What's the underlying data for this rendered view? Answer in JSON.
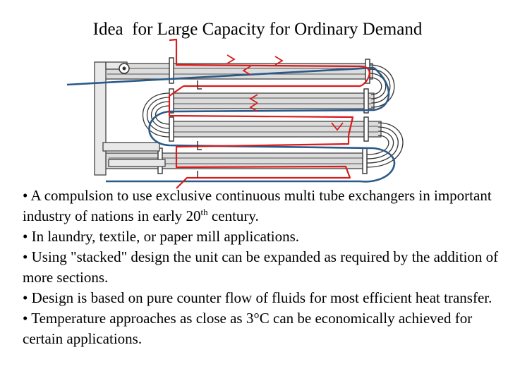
{
  "slide": {
    "title": "Idea  for Large Capacity for Ordinary Demand",
    "bullets": [
      {
        "pre": "• A compulsion to use exclusive continuous multi tube exchangers in important industry of nations in early 20",
        "sup": "th",
        "post": " century."
      },
      {
        "pre": "• In laundry, textile, or paper mill applications.",
        "sup": "",
        "post": ""
      },
      {
        "pre": "• Using \"stacked\" design the unit can be expanded as required by the addition of more sections.",
        "sup": "",
        "post": ""
      },
      {
        "pre": "• Design is based on pure counter flow of fluids for most efficient heat transfer.",
        "sup": "",
        "post": ""
      },
      {
        "pre": "• Temperature approaches as close as 3°C can be economically achieved for certain applications.",
        "sup": "",
        "post": ""
      }
    ]
  },
  "diagram": {
    "hot_flow_color": "#d81b1b",
    "cold_flow_color": "#2b5a8a",
    "equipment_color": "#444444",
    "shell_fill": "#dcdcdc"
  }
}
